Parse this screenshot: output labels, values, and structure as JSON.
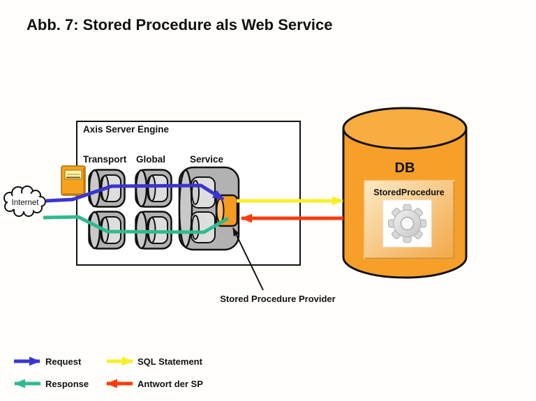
{
  "title": "Abb. 7: Stored Procedure als Web Service",
  "engine": {
    "label": "Axis Server Engine",
    "columns": {
      "transport": "Transport",
      "global": "Global",
      "service": "Service"
    }
  },
  "internet_label": "Internet",
  "db": {
    "label": "DB",
    "stored_procedure": "StoredProcedure"
  },
  "provider_label": "Stored Procedure Provider",
  "legend": {
    "request": "Request",
    "sql": "SQL Statement",
    "response": "Response",
    "antwort": "Antwort der SP"
  },
  "colors": {
    "request": "#3a35cf",
    "response": "#2fba8f",
    "sql": "#f6ef26",
    "antwort": "#fb3b0b",
    "pointer": "#111111",
    "db_body": "#f79f28",
    "db_top": "#f9ac40",
    "provider_orange": "#f79a22",
    "panel_gray": "#b2b2b2"
  }
}
